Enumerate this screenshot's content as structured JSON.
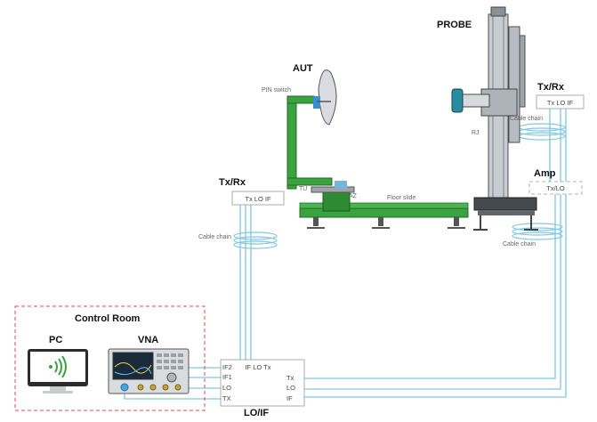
{
  "labels": {
    "probe": "PROBE",
    "aut": "AUT",
    "pin_switch": "PIN switch",
    "txrx_right": "Tx/Rx",
    "txrx_left": "Tx/Rx",
    "amp": "Amp",
    "rj": "RJ",
    "cable_chain_top": "Cable chain",
    "cable_chain_left": "Cable chain",
    "cable_chain_bottom": "Cable chain",
    "floor_slide": "Floor slide",
    "az": "AZ",
    "tu": "TU",
    "control_room": "Control Room",
    "pc": "PC",
    "vna": "VNA",
    "loif": "LO/IF"
  },
  "boxes": {
    "txrx_right_ports": "Tx LO IF",
    "txrx_left_ports": "Tx LO IF",
    "amp_ports": "Tx/LO"
  },
  "loif_box": {
    "left_ports": [
      "IF2",
      "IF1",
      "LO",
      "TX"
    ],
    "top_ports": "IF LO Tx",
    "right_ports": [
      "Tx",
      "LO",
      "IF"
    ]
  },
  "colors": {
    "green_structure": "#3aa23f",
    "cable": "#7dc8e6",
    "control_room_border": "#e04b4b",
    "box_border": "#9a9a9a",
    "metal": "#b8bcc2",
    "dark_metal": "#444a50"
  },
  "icons": {
    "pc": "monitor-icon",
    "pc_screen": "signal-icon",
    "vna": "vna-instrument-icon"
  }
}
